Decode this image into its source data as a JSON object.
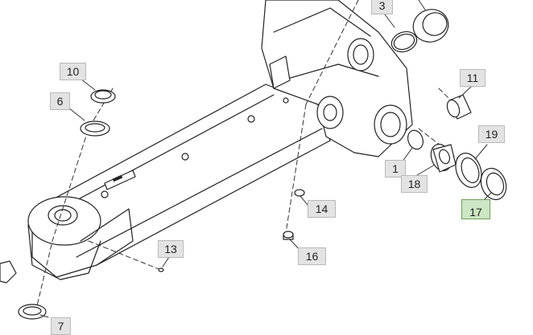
{
  "callouts": {
    "c1": "1",
    "c3": "3",
    "c6": "6",
    "c7": "7",
    "c10": "10",
    "c11": "11",
    "c13": "13",
    "c14": "14",
    "c16": "16",
    "c17": "17",
    "c18": "18",
    "c19": "19"
  },
  "highlighted_callout": "17",
  "colors": {
    "line": "#222222",
    "callout_bg": "#e3e3e3",
    "callout_highlight_bg": "#cde6c4",
    "callout_highlight_border": "#6f9e5e"
  }
}
